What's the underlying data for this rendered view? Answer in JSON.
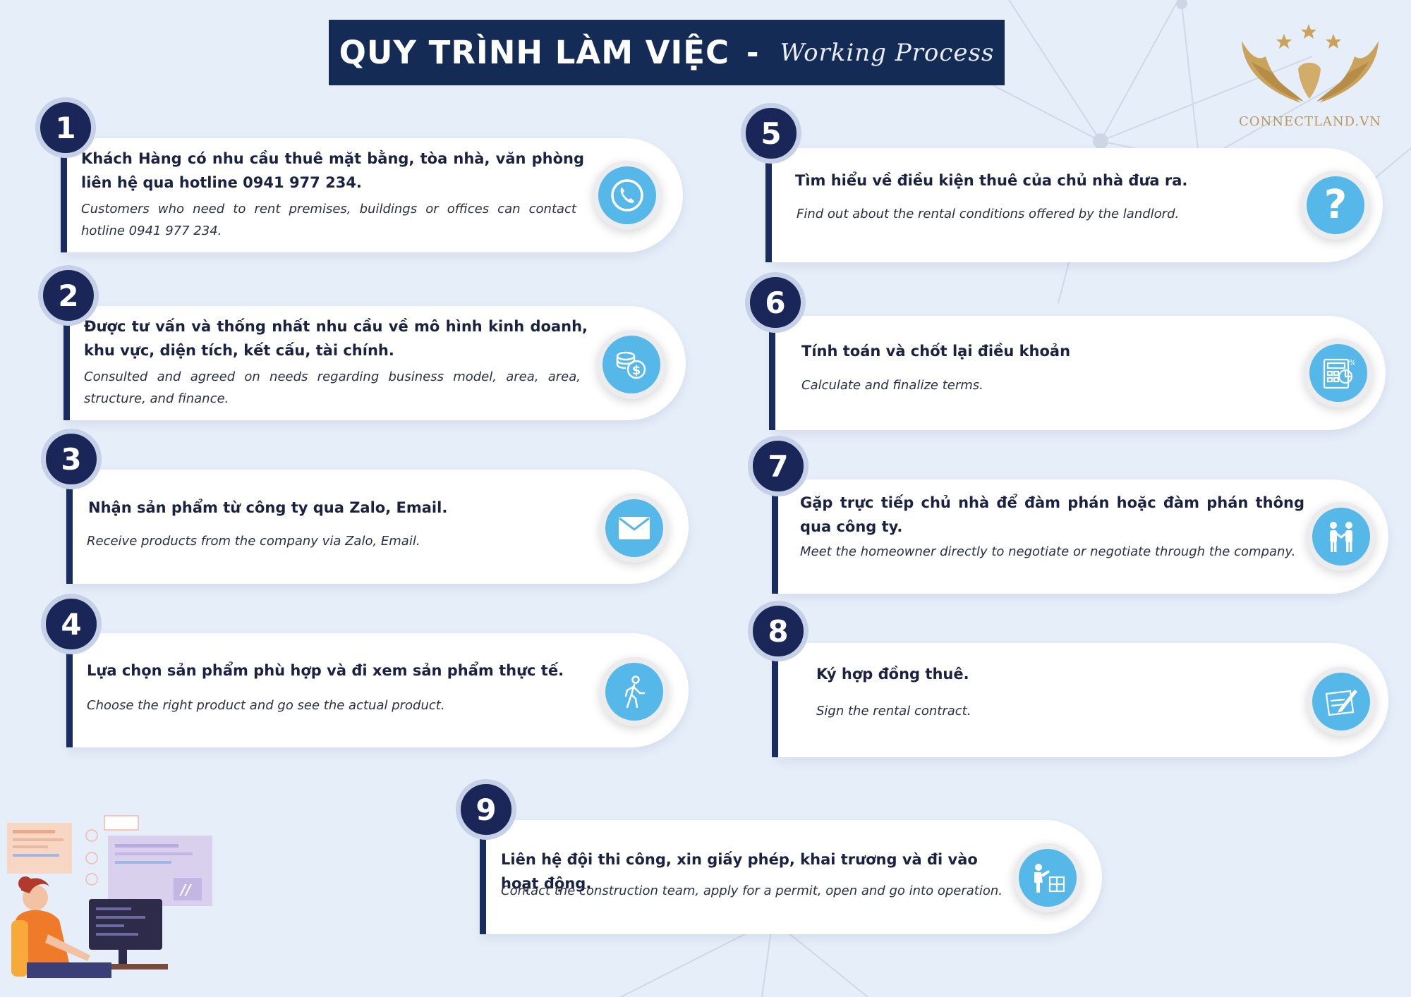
{
  "header": {
    "title_vi": "QUY TRÌNH LÀM VIỆC",
    "dash": "-",
    "title_en": "Working Process"
  },
  "logo": {
    "text": "CONNECTLAND.VN"
  },
  "colors": {
    "background": "#e6eef9",
    "navy": "#132b55",
    "badge": "#1a2558",
    "icon_blue": "#55b8e8",
    "gold": "#b8975a"
  },
  "steps": [
    {
      "number": "1",
      "title": "Khách Hàng có nhu cầu thuê mặt bằng, tòa nhà, văn phòng liên hệ qua hotline 0941 977 234.",
      "desc": "Customers who need to rent premises, buildings or offices can contact hotline 0941 977 234.",
      "icon": "phone-icon"
    },
    {
      "number": "2",
      "title": "Được tư vấn và thống nhất nhu cầu về mô hình kinh doanh, khu vực, diện tích, kết cấu, tài chính.",
      "desc": "Consulted and agreed on needs regarding business model, area, area, structure, and finance.",
      "icon": "coins-icon"
    },
    {
      "number": "3",
      "title": "Nhận sản phẩm từ công ty qua Zalo, Email.",
      "desc": "Receive products from the company via Zalo, Email.",
      "icon": "mail-icon"
    },
    {
      "number": "4",
      "title": "Lựa chọn sản phẩm phù hợp và đi xem sản phẩm thực tế.",
      "desc": "Choose the right product and go see the actual product.",
      "icon": "walking-person-icon"
    },
    {
      "number": "5",
      "title": "Tìm hiểu về điều kiện thuê của chủ nhà đưa ra.",
      "desc": "Find out about the rental conditions offered by the landlord.",
      "icon": "question-icon"
    },
    {
      "number": "6",
      "title": "Tính toán và chốt lại điều khoản",
      "desc": "Calculate and finalize terms.",
      "icon": "calculator-icon"
    },
    {
      "number": "7",
      "title": "Gặp trực tiếp chủ nhà để đàm phán hoặc đàm phán thông qua công ty.",
      "desc": "Meet the homeowner directly to negotiate or negotiate through the company.",
      "icon": "people-meeting-icon"
    },
    {
      "number": "8",
      "title": "Ký hợp đồng thuê.",
      "desc": "Sign the rental contract.",
      "icon": "contract-sign-icon"
    },
    {
      "number": "9",
      "title": "Liên hệ đội thi công, xin giấy phép, khai trương và đi vào hoạt động.",
      "desc": "Contact the construction team, apply for a permit, open and go into operation.",
      "icon": "construction-puzzle-icon"
    }
  ]
}
